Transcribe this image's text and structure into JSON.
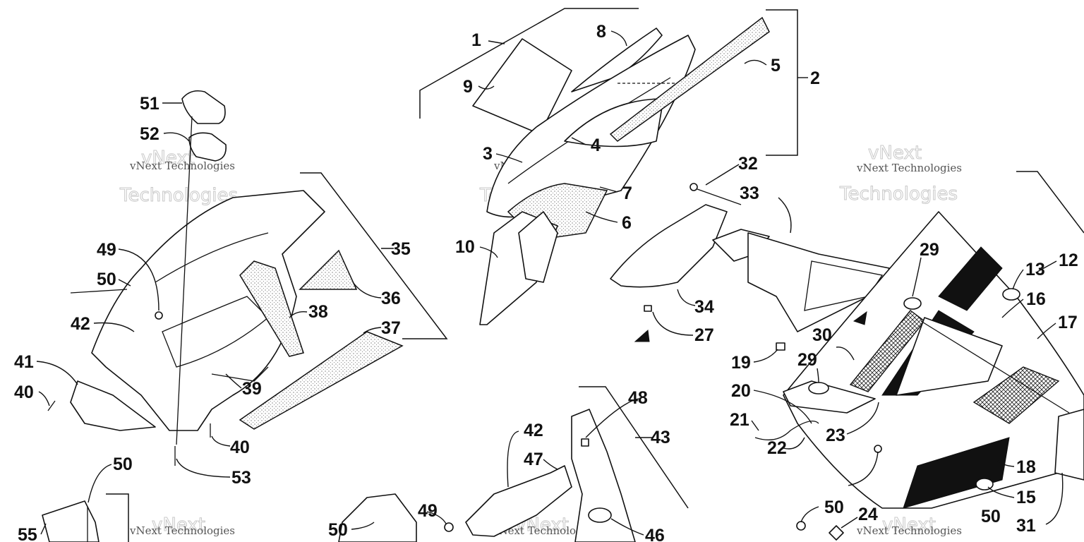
{
  "diagram": {
    "callouts": [
      "1",
      "2",
      "3",
      "4",
      "5",
      "6",
      "7",
      "8",
      "9",
      "10",
      "12",
      "13",
      "15",
      "16",
      "17",
      "18",
      "19",
      "20",
      "21",
      "22",
      "23",
      "24",
      "27",
      "29",
      "29",
      "30",
      "31",
      "32",
      "33",
      "34",
      "35",
      "36",
      "37",
      "38",
      "39",
      "40",
      "40",
      "41",
      "42",
      "42",
      "43",
      "46",
      "47",
      "48",
      "49",
      "49",
      "50",
      "50",
      "50",
      "50",
      "50",
      "51",
      "52",
      "53",
      "55"
    ],
    "watermark_text": [
      "vNext Technologies",
      "vNext",
      "Technologies"
    ],
    "colors": {
      "ink": "#111111",
      "watermark": "#c8c8c8",
      "background": "#ffffff"
    }
  }
}
